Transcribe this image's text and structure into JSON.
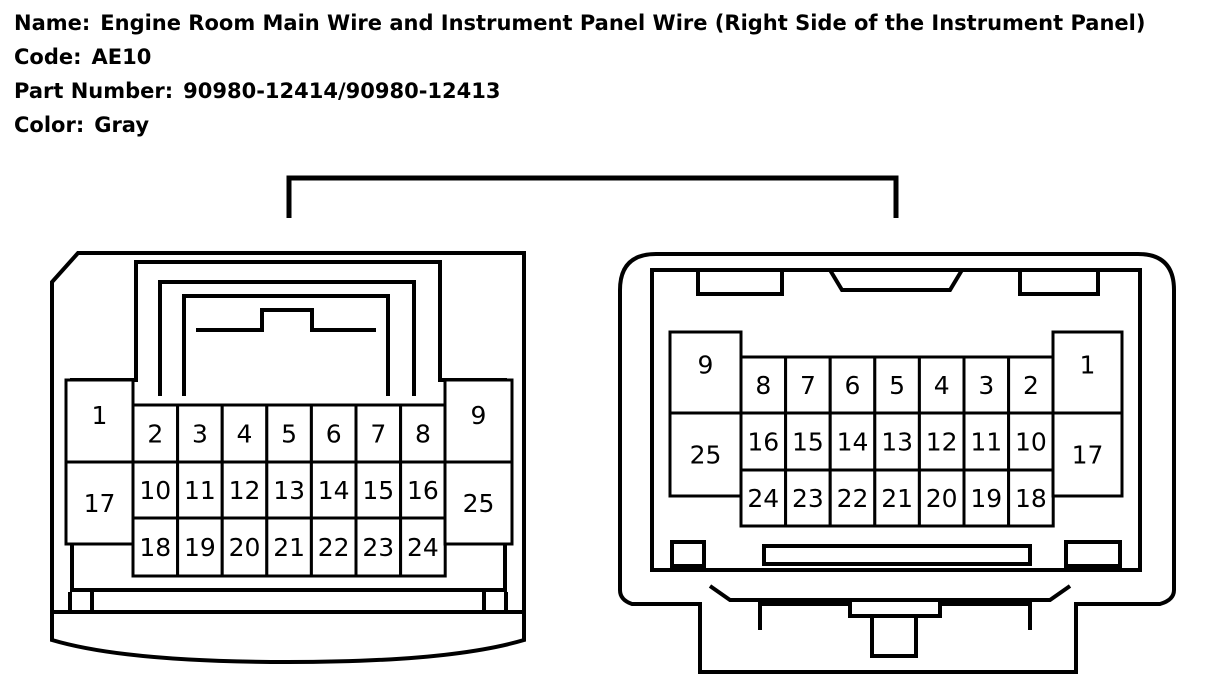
{
  "info": {
    "name_key": "Name:",
    "name_value": "Engine Room Main Wire and Instrument Panel Wire (Right Side of the Instrument Panel)",
    "code_key": "Code:",
    "code_value": "AE10",
    "part_key": "Part Number:",
    "part_value": "90980-12414/90980-12413",
    "color_key": "Color:",
    "color_value": "Gray"
  },
  "left_connector": {
    "large_pins": [
      "1",
      "17",
      "9",
      "25"
    ],
    "row1": [
      "2",
      "3",
      "4",
      "5",
      "6",
      "7",
      "8"
    ],
    "row2": [
      "10",
      "11",
      "12",
      "13",
      "14",
      "15",
      "16"
    ],
    "row3": [
      "18",
      "19",
      "20",
      "21",
      "22",
      "23",
      "24"
    ]
  },
  "right_connector": {
    "large_pins": [
      "9",
      "25",
      "1",
      "17"
    ],
    "row1": [
      "8",
      "7",
      "6",
      "5",
      "4",
      "3",
      "2"
    ],
    "row2": [
      "16",
      "15",
      "14",
      "13",
      "12",
      "11",
      "10"
    ],
    "row3": [
      "24",
      "23",
      "22",
      "21",
      "20",
      "19",
      "18"
    ]
  }
}
